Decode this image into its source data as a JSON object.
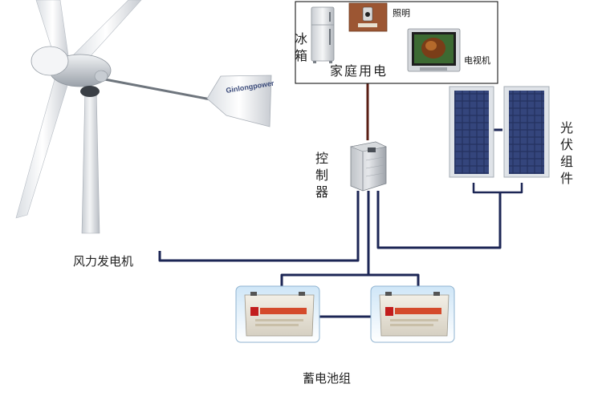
{
  "household": {
    "title": "家庭用电",
    "fridge_label": [
      "冰",
      "箱"
    ],
    "lighting_label": "照明",
    "tv_label": "电视机"
  },
  "controller": {
    "label": [
      "控",
      "制",
      "器"
    ]
  },
  "pv": {
    "label": [
      "光",
      "伏",
      "组",
      "件"
    ]
  },
  "wind": {
    "label": "风力发电机",
    "brand_text": "Ginlongpower"
  },
  "battery": {
    "label": "蓄电池组"
  },
  "colors": {
    "wire": "#1c2655",
    "ac_wire": "#5a1f14",
    "box_border": "#000000",
    "panel_blue": "#1f2a58"
  }
}
